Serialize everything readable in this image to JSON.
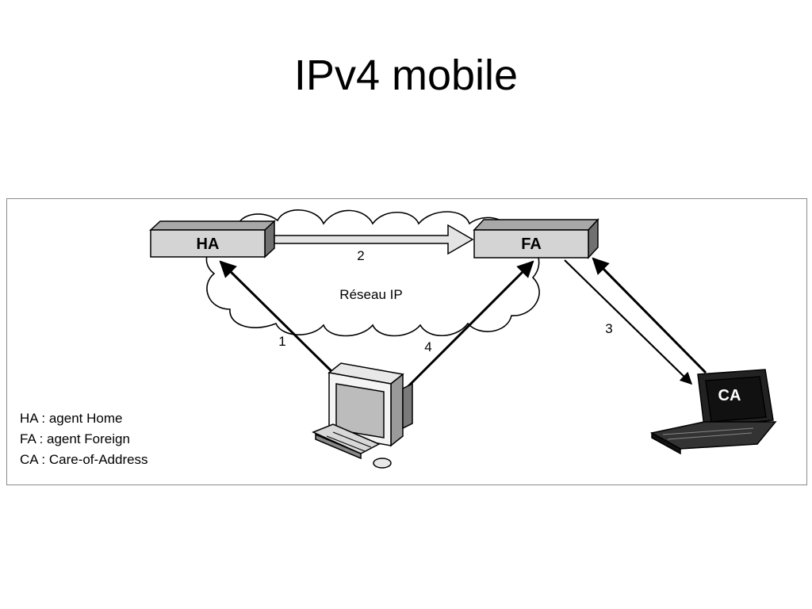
{
  "slide": {
    "title": "IPv4 mobile"
  },
  "diagram": {
    "nodes": {
      "ha": "HA",
      "fa": "FA",
      "ca": "CA"
    },
    "network_label": "Réseau IP",
    "steps": [
      "1",
      "2",
      "3",
      "4"
    ],
    "legend": [
      "HA : agent Home",
      "FA : agent Foreign",
      "CA : Care-of-Address"
    ]
  }
}
